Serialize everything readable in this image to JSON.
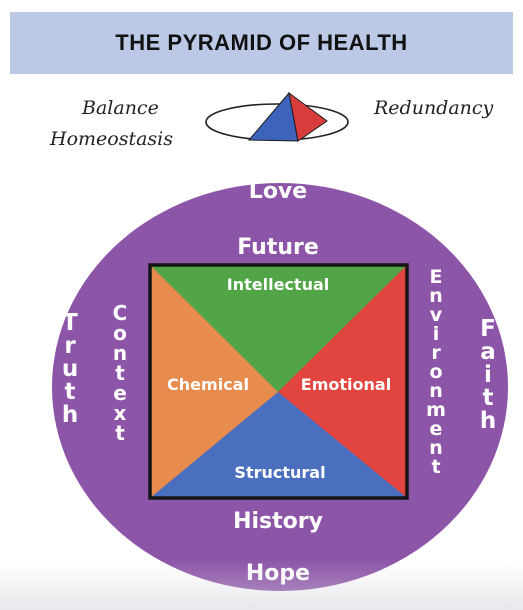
{
  "header": {
    "title": "THE PYRAMID OF HEALTH"
  },
  "captions": {
    "left_line1": "Balance",
    "left_line2": "Homeostasis",
    "right": "Redundancy"
  },
  "circle": {
    "top_outer": "Love",
    "top_inner": "Future",
    "bottom_inner": "History",
    "bottom_outer": "Hope",
    "left_outer": "Truth",
    "left_inner": "Context",
    "right_inner": "Environment",
    "right_outer": "Faith"
  },
  "square": {
    "top": "Intellectual",
    "left": "Chemical",
    "right": "Emotional",
    "bottom": "Structural"
  },
  "colors": {
    "circle": "#8d55a8",
    "intellectual": "#52a547",
    "chemical": "#e88c4e",
    "emotional": "#e2453f",
    "structural": "#4a6fbe",
    "banner": "#bcc9e6"
  }
}
